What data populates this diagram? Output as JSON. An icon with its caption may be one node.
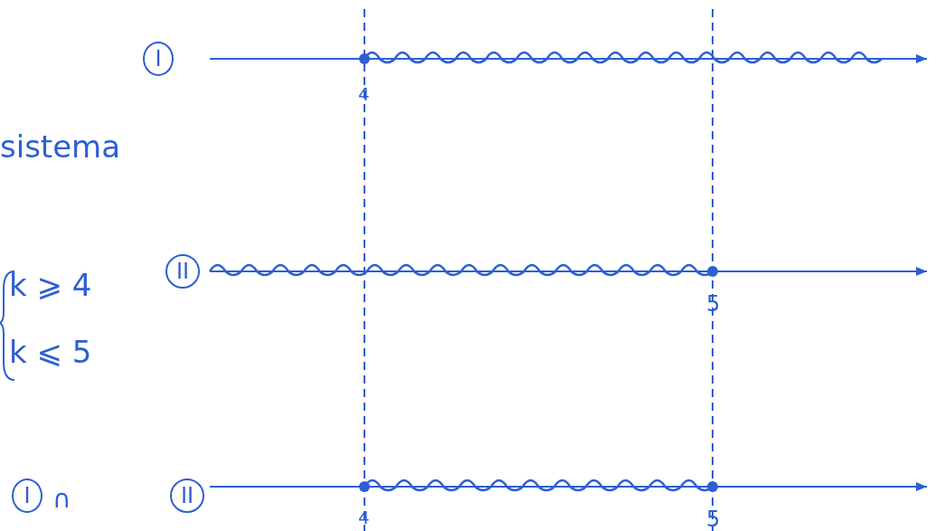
{
  "diagram": {
    "nodes": [
      {
        "text": [
          "I"
        ]
      },
      {
        "text": [
          "II"
        ]
      },
      {
        "text": [
          "I"
        ]
      },
      {
        "text": [
          "II"
        ]
      }
    ],
    "labels": [
      "4",
      "sistema",
      "k ⩾ 4",
      "5",
      "k ⩽ 5",
      "∩",
      "4",
      "5"
    ]
  }
}
